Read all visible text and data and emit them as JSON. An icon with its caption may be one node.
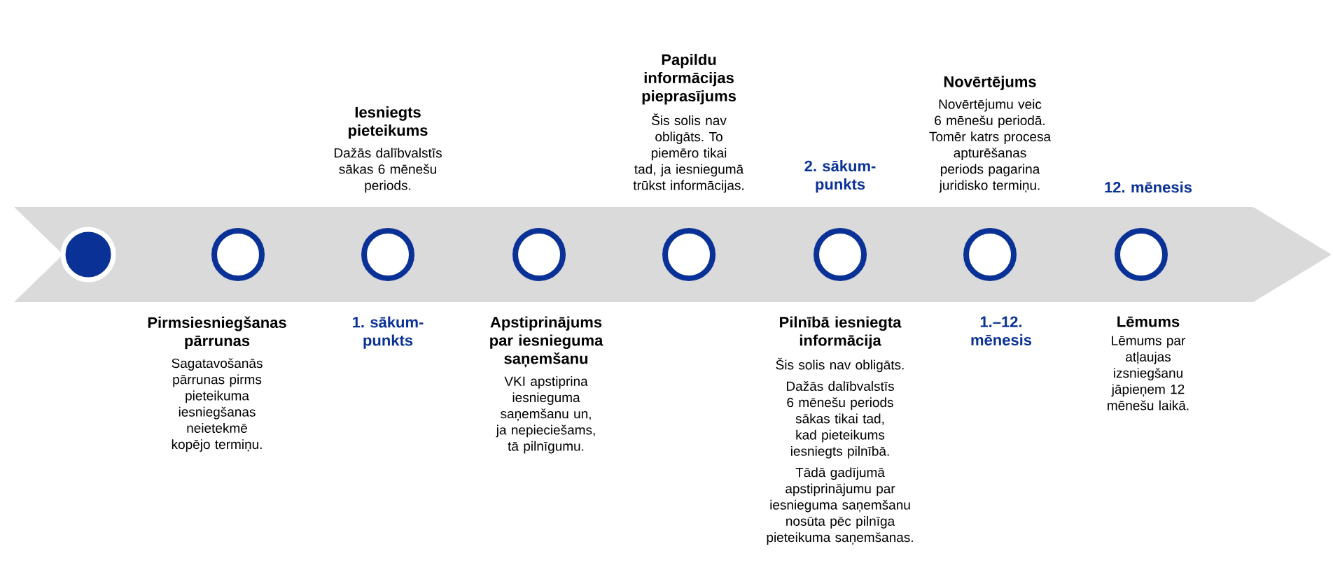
{
  "diagram": {
    "nodes": [
      {
        "text": [],
        "shape": "circle"
      },
      {
        "text": [],
        "shape": "circle",
        "beside": [
          "Pirmsiesniegšanas pārrunas",
          "Sagatavošanās pārrunas pirms pieteikuma iesniegšanas neietekmē kopējo termiņu."
        ]
      },
      {
        "text": [],
        "shape": "circle",
        "beside": [
          "Iesniegts pieteikums",
          "Dažās dalībvalstīs sākas 6 mēnešu periods.",
          "1. sākum-punkts"
        ]
      },
      {
        "text": [],
        "shape": "circle",
        "beside": [
          "Apstiprinājums par iesnieguma saņemšanu",
          "VKI apstiprina iesnieguma saņemšanu un, ja nepieciešams, tā pilnīgumu."
        ]
      },
      {
        "text": [],
        "shape": "circle",
        "beside": [
          "Papildu informācijas pieprasījums",
          "Šis solis nav obligāts. To piemēro tikai tad, ja iesniegumā trūkst informācijas."
        ]
      },
      {
        "text": [],
        "shape": "circle",
        "beside": [
          "2. sākum-punkts",
          "Pilnībā iesniegta informācija",
          "Šis solis nav obligāts.",
          "Dažās dalībvalstīs 6 mēnešu periods sākas tikai tad, kad pieteikums iesniegts pilnībā.",
          "Tādā gadījumā apstiprinājumu par iesnieguma saņemšanu nosūta pēc pilnīga pieteikuma saņemšanas."
        ]
      },
      {
        "text": [],
        "shape": "circle",
        "beside": [
          "Novērtējums",
          "Novērtējumu veic 6 mēnešu periodā. Tomēr katrs procesa apturēšanas periods pagarina juridisko termiņu.",
          "1.–12. mēnesis"
        ]
      },
      {
        "text": [],
        "shape": "circle",
        "beside": [
          "12. mēnesis",
          "Lēmums",
          "Lēmums par atļaujas izsniegšanu jāpieņem 12 mēnešu laikā."
        ]
      }
    ]
  }
}
